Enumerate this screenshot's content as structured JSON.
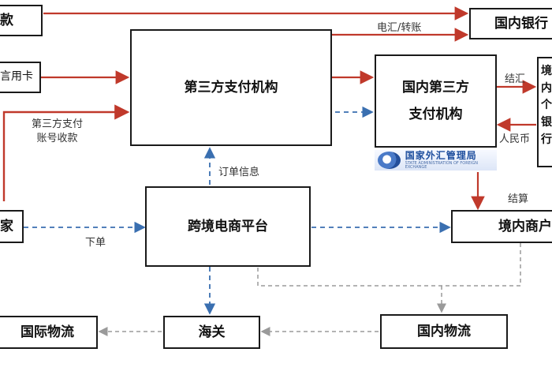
{
  "boxes": {
    "bank_top_left": "款",
    "credit_card": "言用卡",
    "third_party": "第三方支付机构",
    "domestic_third_party": "国内第三方\n支付机构",
    "domestic_bank": "国内银行",
    "domestic_far_right": "境\n内\n个\n银\n行",
    "buyer": "家",
    "platform": "跨境电商平台",
    "domestic_merchant": "境内商户",
    "intl_logistics": "国际物流",
    "customs": "海关",
    "domestic_logistics": "国内物流"
  },
  "labels": {
    "wire_transfer": "电汇/转账",
    "settle_fx": "结汇",
    "rmb": "人民币",
    "account_collect": "第三方支付\n账号收款",
    "order_info": "订单信息",
    "place_order": "下单",
    "settlement": "结算"
  },
  "badge": {
    "name": "国家外汇管理局",
    "subtitle": "STATE ADMINISTRATION OF FOREIGN EXCHANGE"
  },
  "colors": {
    "solid_arrow": "#c0392b",
    "dashed_arrow": "#3a6fb0",
    "gray_dashed": "#9a9a9a"
  }
}
